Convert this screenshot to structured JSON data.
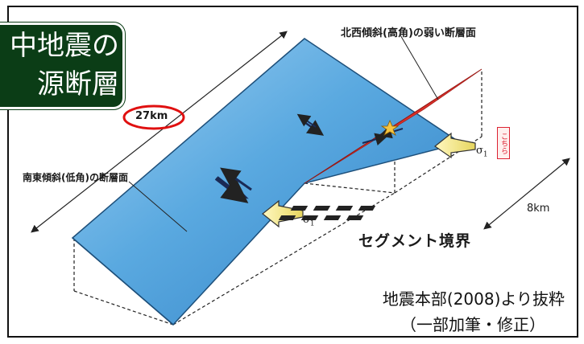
{
  "title_lines": [
    "中地震の",
    "源断層"
  ],
  "labels": {
    "top_fault": "北西傾斜(高角)の弱い断層面",
    "left_fault": "南東傾斜(低角)の断層面",
    "length": "27km",
    "depth": "8km",
    "segment": "セグメント境界",
    "sigma": "σ",
    "sigma_sub": "1",
    "red_tag": "こちら"
  },
  "credit": {
    "line1": "地震本部(2008)より抜粋",
    "line2": "（一部加筆・修正）"
  },
  "colors": {
    "title_bg": "#0b3d16",
    "plane_blue": "#4fa3dc",
    "fault_red": "#d9302a",
    "highlight": "#e01010",
    "arrow_yellow": "#f3e88a"
  }
}
